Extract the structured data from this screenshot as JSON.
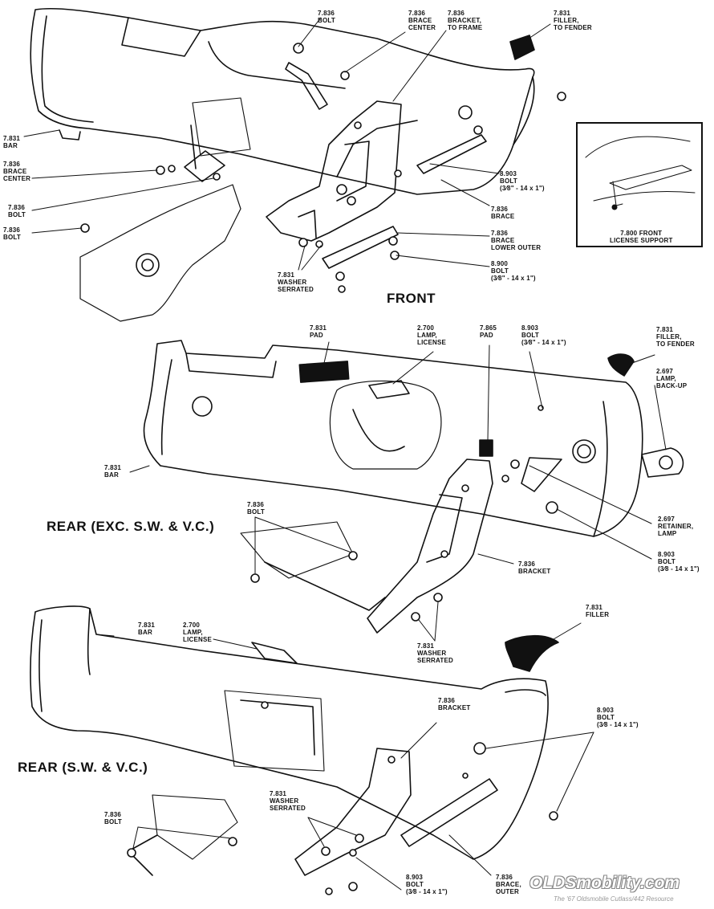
{
  "sections": {
    "front": "FRONT",
    "rear_exc": "REAR (EXC. S.W. & V.C.)",
    "rear_sw": "REAR (S.W. & V.C.)"
  },
  "front_labels": {
    "bolt_top": [
      "7.836",
      "BOLT"
    ],
    "brace_center_top": [
      "7.836",
      "BRACE",
      "CENTER"
    ],
    "bracket_frame": [
      "7.836",
      "BRACKET,",
      "TO FRAME"
    ],
    "filler_fender": [
      "7.831",
      "FILLER,",
      "TO FENDER"
    ],
    "bar": [
      "7.831",
      "BAR"
    ],
    "brace_center_left": [
      "7.836",
      "BRACE",
      "CENTER"
    ],
    "bolt_left1": [
      "7.836",
      "BOLT"
    ],
    "bolt_left2": [
      "7.836",
      "BOLT"
    ],
    "bolt_8903": [
      "8.903",
      "BOLT",
      "(3⁄8\" - 14 x 1\")"
    ],
    "brace": [
      "7.836",
      "BRACE"
    ],
    "brace_lower_outer": [
      "7.836",
      "BRACE",
      "LOWER OUTER"
    ],
    "bolt_8900": [
      "8.900",
      "BOLT",
      "(3⁄8\" - 14 x 1\")"
    ],
    "washer": [
      "7.831",
      "WASHER",
      "SERRATED"
    ],
    "license_support": [
      "7.800 FRONT",
      "LICENSE SUPPORT"
    ]
  },
  "rear_exc_labels": {
    "pad": [
      "7.831",
      "PAD"
    ],
    "lamp_license": [
      "2.700",
      "LAMP,",
      "LICENSE"
    ],
    "pad_7865": [
      "7.865",
      "PAD"
    ],
    "bolt_8903_top": [
      "8.903",
      "BOLT",
      "(3⁄8\" - 14 x 1\")"
    ],
    "filler_fender": [
      "7.831",
      "FILLER,",
      "TO FENDER"
    ],
    "lamp_backup": [
      "2.697",
      "LAMP,",
      "BACK-UP"
    ],
    "bar": [
      "7.831",
      "BAR"
    ],
    "bolt": [
      "7.836",
      "BOLT"
    ],
    "retainer": [
      "2.697",
      "RETAINER,",
      "LAMP"
    ],
    "bolt_8903_right": [
      "8.903",
      "BOLT",
      "(3⁄8 - 14 x 1\")"
    ],
    "bracket": [
      "7.836",
      "BRACKET"
    ],
    "washer": [
      "7.831",
      "WASHER",
      "SERRATED"
    ]
  },
  "rear_sw_labels": {
    "bar": [
      "7.831",
      "BAR"
    ],
    "lamp_license": [
      "2.700",
      "LAMP,",
      "LICENSE"
    ],
    "filler": [
      "7.831",
      "FILLER"
    ],
    "bracket": [
      "7.836",
      "BRACKET"
    ],
    "bolt_8903_right": [
      "8.903",
      "BOLT",
      "(3⁄8 - 14 x 1\")"
    ],
    "washer": [
      "7.831",
      "WASHER",
      "SERRATED"
    ],
    "bolt": [
      "7.836",
      "BOLT"
    ],
    "bolt_8903_bottom": [
      "8.903",
      "BOLT",
      "(3⁄8 - 14 x 1\")"
    ],
    "brace_outer": [
      "7.836",
      "BRACE,",
      "OUTER"
    ]
  },
  "watermark": {
    "brand": "OLDSmobility.com",
    "sub": "The '67 Oldsmobile Cutlass/442 Resource"
  }
}
